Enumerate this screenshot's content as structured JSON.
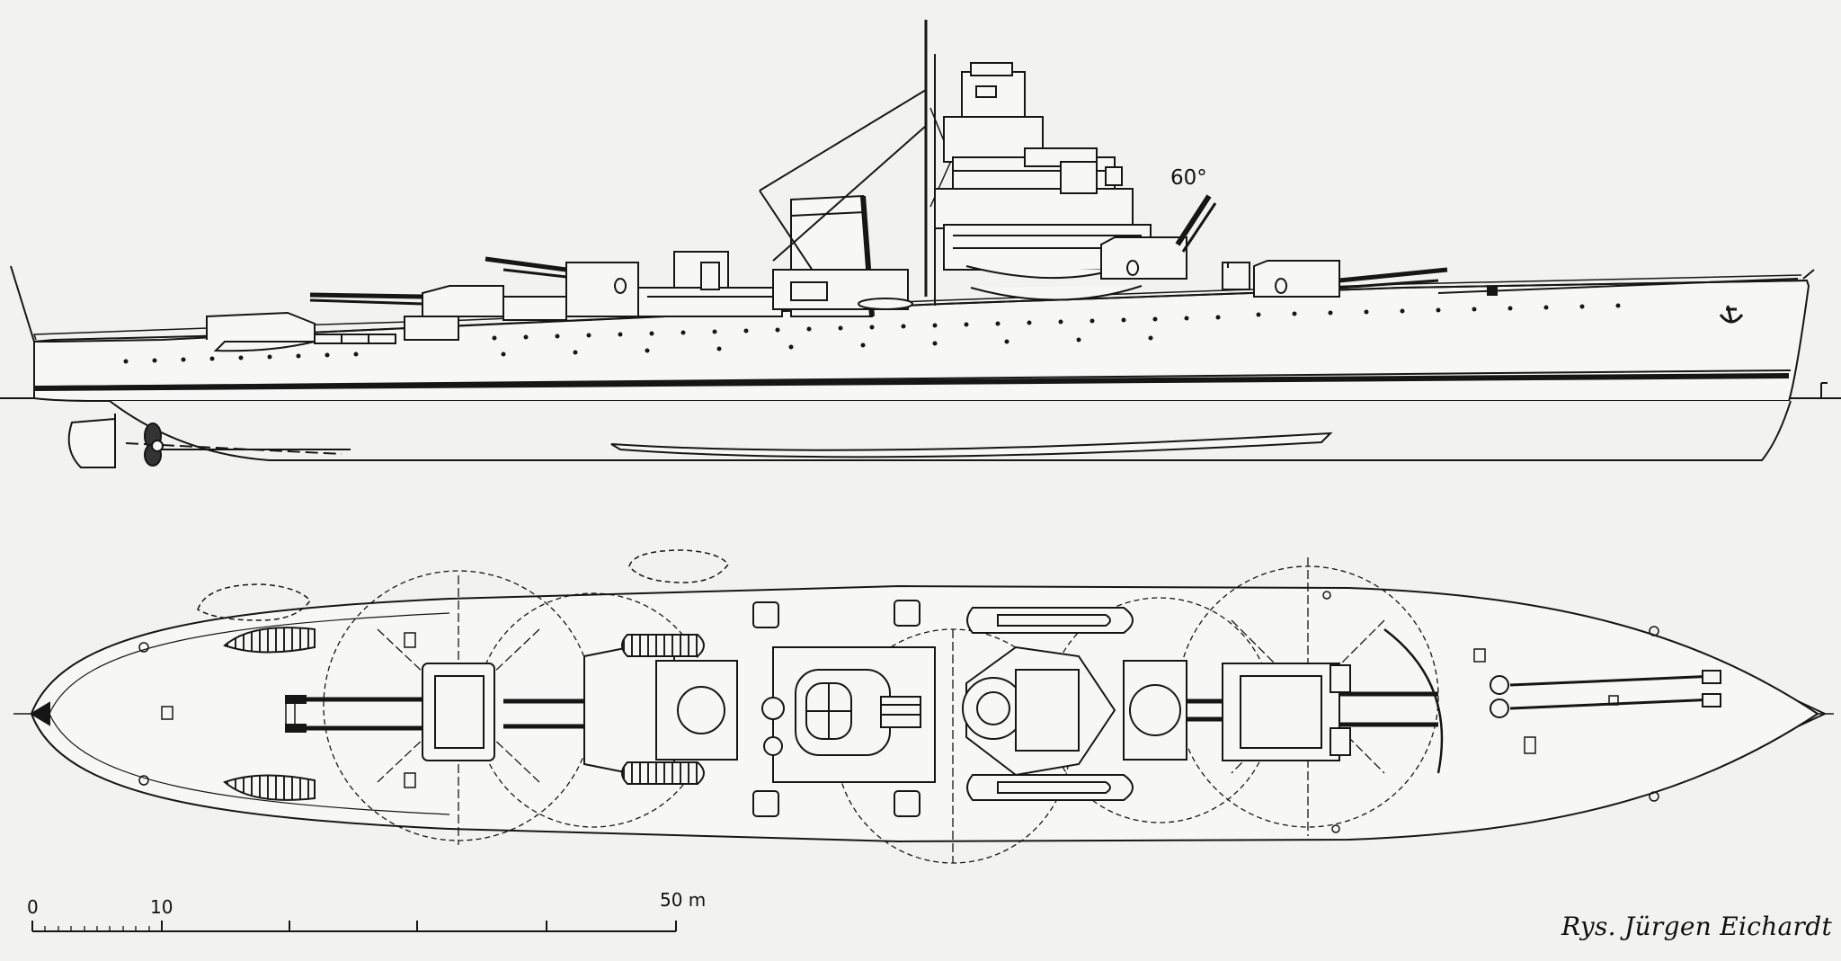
{
  "drawing": {
    "angle_label": "60°",
    "scale_labels": [
      "0",
      "10",
      "50 m"
    ],
    "colors": {
      "line": "#161616",
      "paper": "#f2f2f0",
      "hull": "#f7f7f5"
    }
  },
  "credit": "Rys. Jürgen Eichardt"
}
